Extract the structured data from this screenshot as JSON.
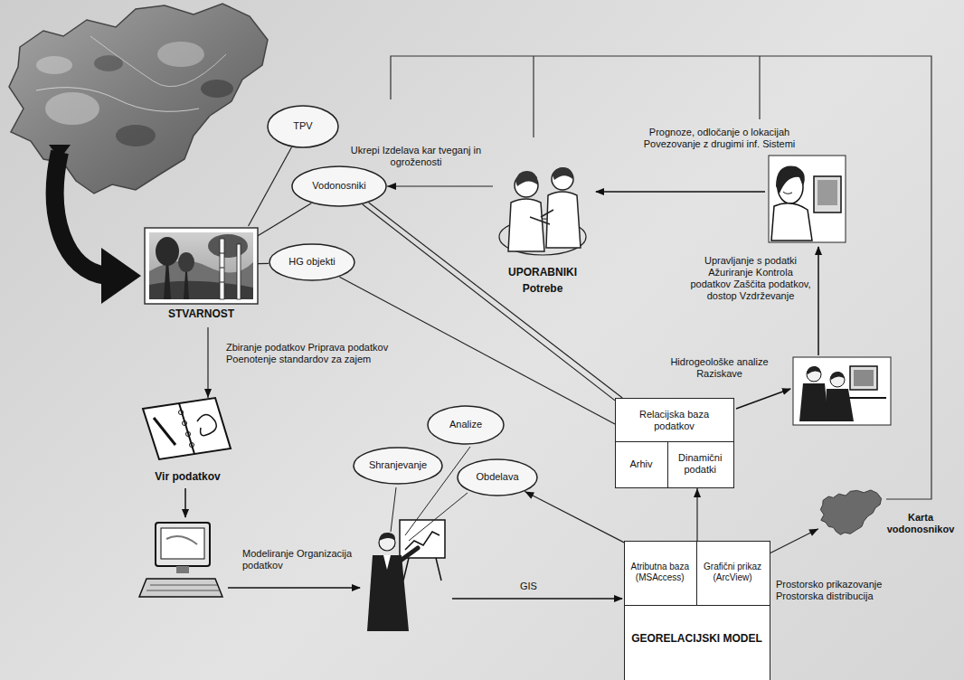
{
  "diagram": {
    "nodes": [
      {
        "text": [
          "TPV"
        ]
      },
      {
        "text": [
          "Vodonosniki"
        ]
      },
      {
        "text": [
          "HG objekti"
        ]
      },
      {
        "text": [
          "STVARNOST"
        ]
      },
      {
        "text": [
          "UPORABNIKI",
          "Potrebe"
        ]
      },
      {
        "text": [
          "Vir podatkov"
        ]
      },
      {
        "text": [
          "Relacijska baza podatkov"
        ]
      },
      {
        "text": [
          "Arhiv"
        ],
        "in": 6
      },
      {
        "text": [
          "Dinamični podatki"
        ],
        "in": 6
      },
      {
        "text": [
          "Shranjevanje"
        ]
      },
      {
        "text": [
          "Analize"
        ]
      },
      {
        "text": [
          "Obdelava"
        ]
      },
      {
        "text": [
          "GEORELACIJSKI MODEL"
        ]
      },
      {
        "text": [
          "Atributna baza (MSAccess)"
        ],
        "in": 12
      },
      {
        "text": [
          "Grafični prikaz (ArcView)"
        ],
        "in": 12
      },
      {
        "text": [
          "Karta vodonosnikov"
        ]
      }
    ],
    "edges": [
      {
        "from": 3,
        "to": 0,
        "arrow": "none"
      },
      {
        "from": 3,
        "to": 1,
        "arrow": "none"
      },
      {
        "from": 3,
        "to": 2,
        "arrow": "none"
      },
      {
        "from": 3,
        "to": 5,
        "arrow": "to",
        "label": "Zbiranje podatkov Priprava podatkov Poenotenje standardov za zajem"
      },
      {
        "from": 4,
        "to": 1,
        "arrow": "to",
        "label": "Ukrepi Izdelava kar tveganj in ogroženosti"
      },
      {
        "from": 6,
        "to": 1,
        "arrow": "none"
      },
      {
        "from": 6,
        "to": 1,
        "arrow": "none"
      },
      {
        "from": 6,
        "to": 2,
        "arrow": "none"
      },
      {
        "from": 12,
        "to": 11,
        "arrow": "to"
      },
      {
        "from": 12,
        "to": 6,
        "arrow": "to"
      },
      {
        "from": 12,
        "to": 15,
        "arrow": "to",
        "label": "Prostorsko prikazovanje Prostorska distribucija"
      }
    ],
    "labels": [
      "Prognoze, odločanje o lokacijah Povezovanje z drugimi inf. Sistemi",
      "Upravljanje s podatki Ažuriranje Kontrola podatkov Zaščita podatkov, dostop Vzdrževanje",
      "Hidrogeološke analize Raziskave",
      "Modeliranje Organizacija podatkov",
      "GIS"
    ]
  }
}
